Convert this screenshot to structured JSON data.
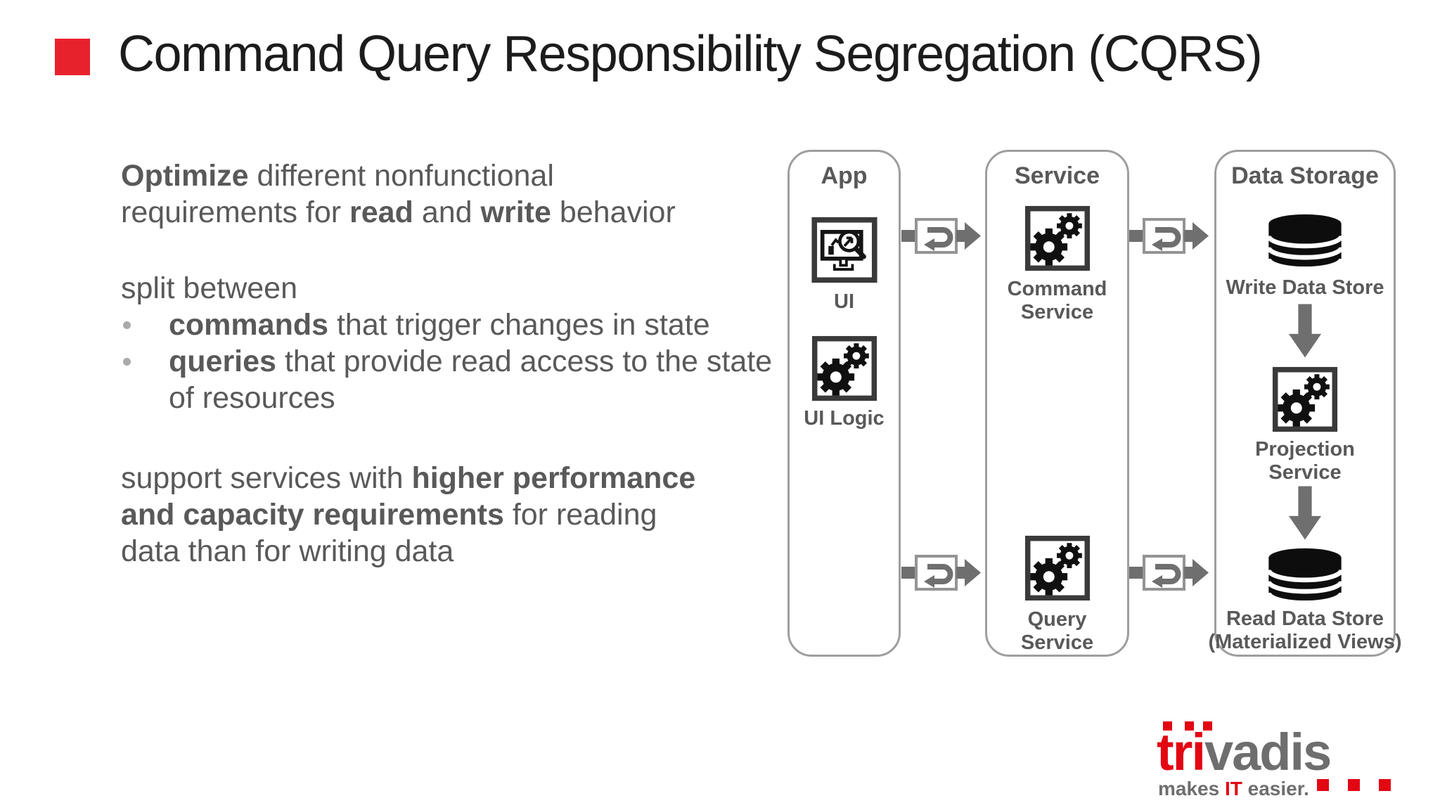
{
  "title": {
    "text": "Command Query Responsibility Segregation (CQRS)"
  },
  "colors": {
    "accent_red": "#e8222d",
    "text_gray": "#595959",
    "box_border_gray": "#9e9e9e",
    "connector_gray": "#6f6f6f",
    "icon_black": "#101010",
    "logo_red": "#e30613",
    "logo_gray": "#6e6e6e"
  },
  "body": {
    "p1": {
      "l1_b": "Optimize",
      "l1_r": " different nonfunctional",
      "l2_r1": "requirements for ",
      "l2_b1": "read",
      "l2_r2": " and ",
      "l2_b2": "write",
      "l2_r3": " behavior"
    },
    "p2": {
      "head": "split between"
    },
    "bullets": {
      "b1_b": "commands",
      "b1_r": " that trigger changes in state",
      "b2_b": "queries",
      "b2_r": " that provide read access to the state",
      "b2_l2": "of resources"
    },
    "p3": {
      "l1_r": "support services with ",
      "l1_b": "higher performance",
      "l2_b": "and capacity requirements",
      "l2_r": " for reading",
      "l3": "data than for writing data"
    }
  },
  "diagram": {
    "app": {
      "title": "App",
      "ui_label": "UI",
      "ui_logic_label": "UI Logic"
    },
    "service": {
      "title": "Service",
      "command_l1": "Command",
      "command_l2": "Service",
      "query_l1": "Query",
      "query_l2": "Service"
    },
    "storage": {
      "title": "Data Storage",
      "write_label": "Write Data Store",
      "projection_l1": "Projection",
      "projection_l2": "Service",
      "read_l1": "Read Data Store",
      "read_l2": "(Materialized Views)"
    },
    "icons": {
      "ui": "monitor-search-icon",
      "ui_logic": "gears-icon",
      "command_service": "gears-icon",
      "query_service": "gears-icon",
      "projection_service": "gears-icon",
      "write_data_store": "database-icon",
      "read_data_store": "database-icon",
      "connector": "sync-call-icon",
      "flow": "down-arrow-icon"
    }
  },
  "logo": {
    "brand_red": "tri",
    "brand_gray": "vadis",
    "tag_pre": "makes ",
    "tag_accent": "IT",
    "tag_post": " easier."
  }
}
